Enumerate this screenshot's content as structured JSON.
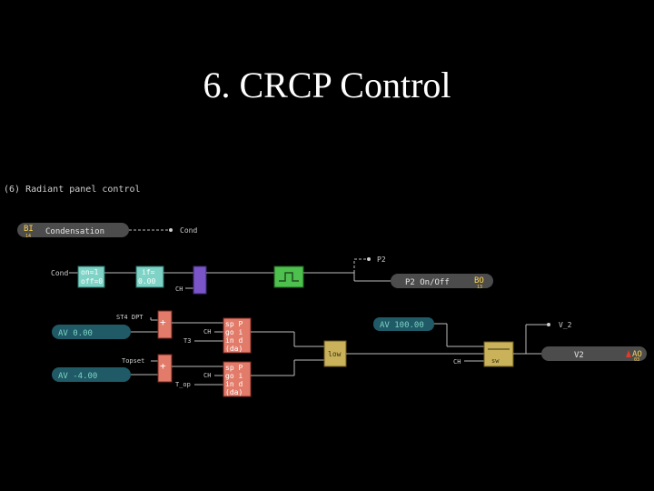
{
  "slide": {
    "title": "6.  CRCP Control"
  },
  "diagram": {
    "caption": "(6) Radiant panel control",
    "bi": {
      "tag": "BI",
      "sub": "14",
      "label": "Condensation",
      "output": "Cond"
    },
    "cond_input": "Cond",
    "mapper": {
      "line1": "on=1",
      "line2": "off=0"
    },
    "if_block": {
      "line1": "if=",
      "line2": "0.00"
    },
    "ch_small": "CH",
    "p2_tap": "P2",
    "bo": {
      "label": "P2 On/Off",
      "tag": "BO",
      "sub": "13"
    },
    "av1": {
      "label": "AV  0.00",
      "signal": "ST4 DPT"
    },
    "av2": {
      "label": "AV -4.00",
      "signal": "Topset"
    },
    "t3": "T3",
    "t_op": "T_op",
    "ch_a": "CH",
    "ch_b": "CH",
    "pid": {
      "l1": "sp P",
      "l2": "go i",
      "l3": "in d",
      "l4": "(da)"
    },
    "low": "low",
    "av100": "AV 100.00",
    "v2_tap": "V_2",
    "ch_sw": "CH",
    "sw": "sw",
    "ao": {
      "label": "V2",
      "tag": "AO",
      "sub": "03"
    }
  },
  "colors": {
    "teal_block": "#7ed3c6",
    "purple_block": "#7a55c8",
    "green_block": "#4ec04e",
    "salmon_block": "#e27b69",
    "gold_block": "#c9b25a",
    "pill": "#4c4c4c",
    "av_pill": "#1f5a66"
  }
}
